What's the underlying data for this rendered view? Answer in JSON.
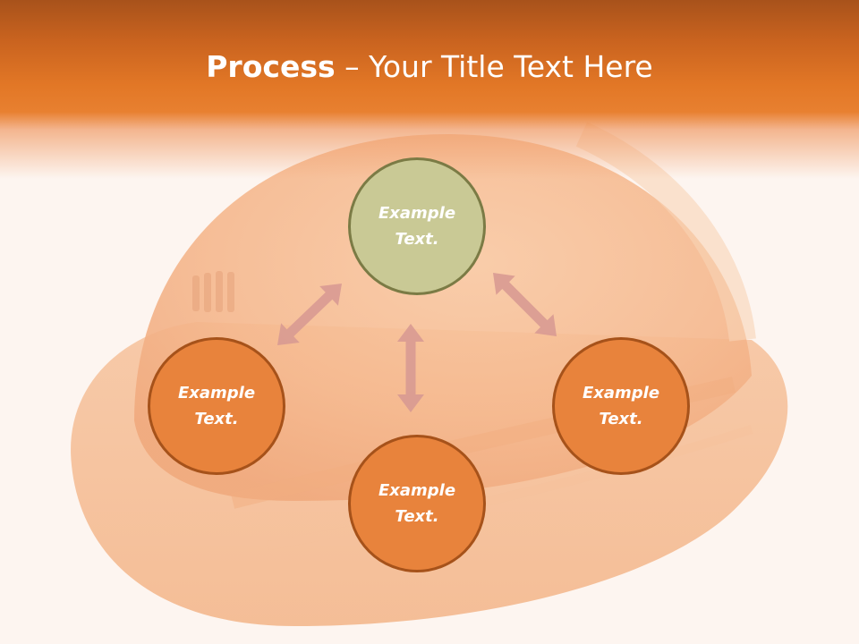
{
  "slide": {
    "title_strong": "Process",
    "title_dash": " – ",
    "title_rest": "Your Title Text Here"
  },
  "diagram": {
    "nodes": [
      {
        "id": "top",
        "label": "Example\nText.",
        "fill": "#c9c995",
        "stroke": "#7b7b45"
      },
      {
        "id": "left",
        "label": "Example\nText.",
        "fill": "#e8833c",
        "stroke": "#a6521a"
      },
      {
        "id": "right",
        "label": "Example\nText.",
        "fill": "#e8833c",
        "stroke": "#a6521a"
      },
      {
        "id": "bottom",
        "label": "Example\nText.",
        "fill": "#e8833c",
        "stroke": "#a6521a"
      }
    ],
    "arrow_color": "#d89a92"
  },
  "background": {
    "theme_color": "#e27726"
  }
}
